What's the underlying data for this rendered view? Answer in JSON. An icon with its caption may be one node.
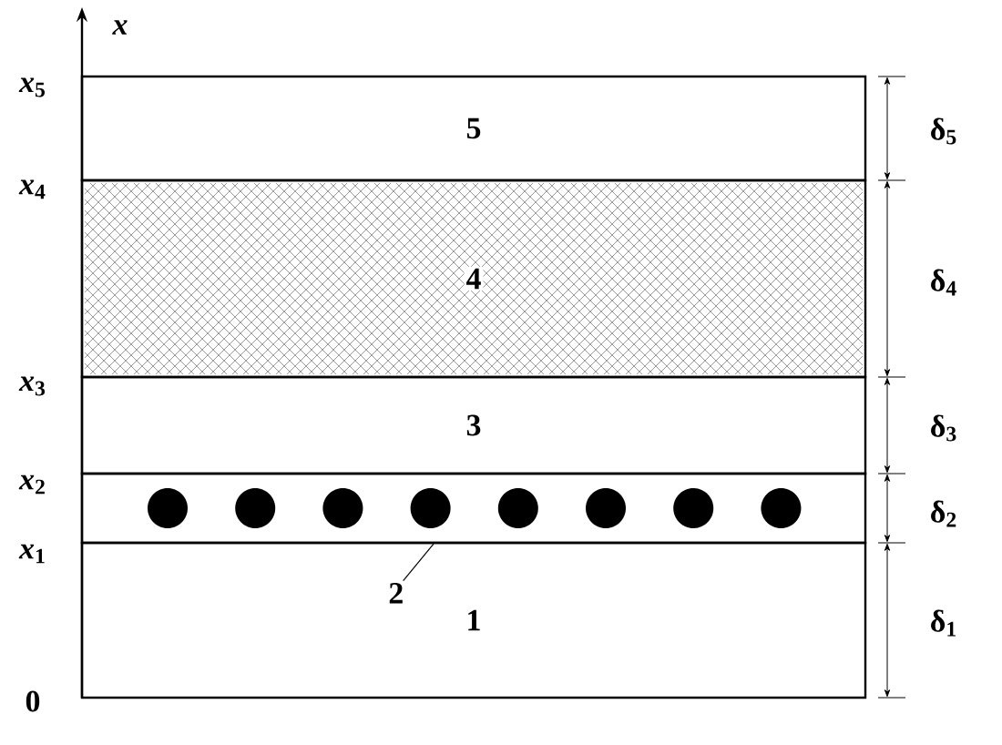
{
  "diagram": {
    "nodes": [
      {
        "text": [
          "5"
        ]
      },
      {
        "text": [
          "4"
        ]
      },
      {
        "text": [
          "3"
        ]
      },
      {
        "text": [],
        "shape": "box"
      },
      {
        "text": [
          "1"
        ]
      },
      {
        "text": [
          "2"
        ],
        "in": 4
      }
    ],
    "edges": [
      {
        "from": 5,
        "to": 3,
        "arrow": "none"
      }
    ],
    "labels": [
      "*x*",
      "*x*$_{5}$",
      "δ$_{5}$",
      "*x*$_{4}$",
      "δ$_{4}$",
      "*x*$_{3}$",
      "δ$_{3}$",
      "*x*$_{2}$",
      "δ$_{2}$",
      "*x*$_{1}$",
      "δ$_{1}$",
      "0"
    ]
  }
}
